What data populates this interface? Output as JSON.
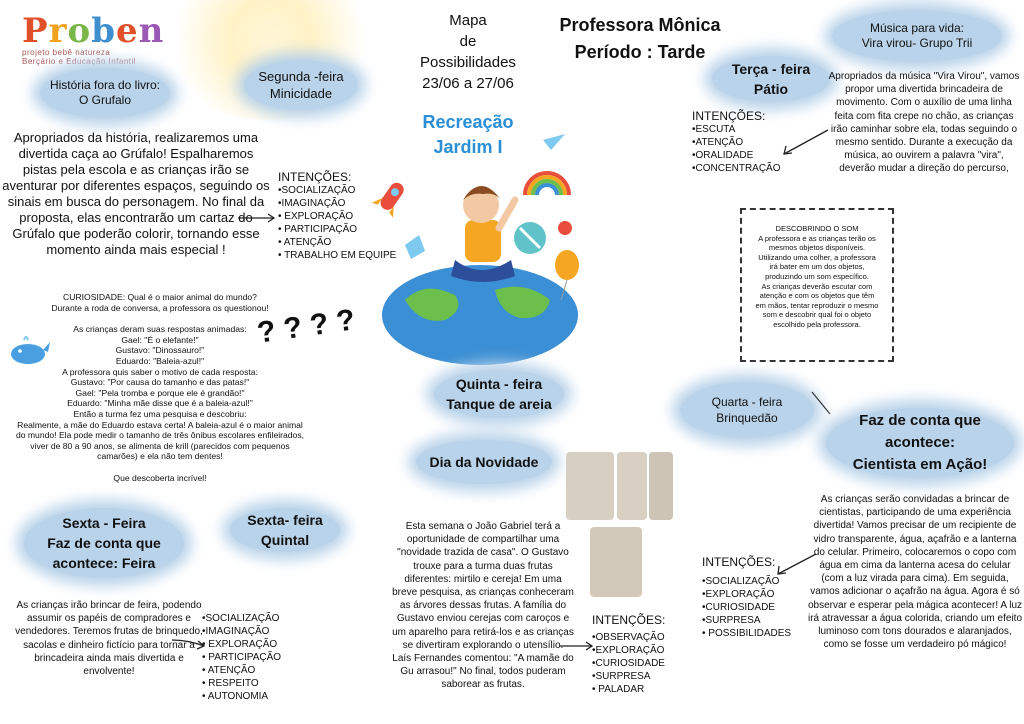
{
  "logo": {
    "word": "Proben",
    "sub1": "projeto bebê natureza",
    "sub2": "Berçário e Educação Infantil"
  },
  "header": {
    "map_title": [
      "Mapa",
      "de",
      "Possibilidades",
      "23/06 a 27/06"
    ],
    "teacher": "Professora Mônica",
    "period": "Período : Tarde",
    "class_line1": "Recreação",
    "class_line2": "Jardim I"
  },
  "monday": {
    "cloud1": [
      "História fora do livro:",
      "O Grufalo"
    ],
    "cloud2": [
      "Segunda -feira",
      "Minicidade"
    ],
    "paragraph": "Apropriados da história, realizaremos uma divertida caça ao Grúfalo! Espalharemos pistas pela escola e as crianças irão se aventurar por diferentes espaços, seguindo os sinais em busca do personagem. No final da proposta, elas encontrarão um cartaz do Grúfalo que poderão colorir,  tornando esse momento ainda mais especial !",
    "intentions_title": "INTENÇÕES:",
    "intentions": [
      "•SOCIALIZAÇÃO",
      "•IMAGINAÇÃO",
      "• EXPLORAÇÃO",
      "• PARTICIPAÇÃO",
      "• ATENÇÃO",
      "• TRABALHO EM EQUIPE"
    ]
  },
  "curiosity": {
    "lines": [
      "CURIOSIDADE: Qual é o maior animal do mundo?",
      "Durante a roda de conversa, a professora os questionou!",
      "",
      "As crianças deram suas respostas animadas:",
      "Gael: \"É o elefante!\"",
      "Gustavo: \"Dinossauro!\"",
      "Eduardo: \"Baleia-azul!\"",
      "A professora quis saber o motivo de cada resposta:",
      "Gustavo: \"Por causa do tamanho e das patas!\"",
      "Gael: \"Pela tromba e porque ele é grandão!\"",
      "Eduardo: \"Minha mãe disse que é a baleia-azul!\"",
      "Então a turma fez uma pesquisa e descobriu:",
      "Realmente, a mãe do Eduardo estava certa! A baleia-azul é o maior animal",
      "do mundo! Ela pode medir o tamanho de três ônibus escolares enfileirados,",
      "viver de 80 a 90 anos, se alimenta de krill (parecidos com pequenos",
      "camarões) e ela não tem dentes!",
      "",
      "Que descoberta incrível!"
    ],
    "question_marks": "? ? ? ?"
  },
  "friday": {
    "cloud1": [
      "Sexta - Feira",
      "Faz de conta que",
      "acontece: Feira"
    ],
    "cloud2": [
      "Sexta- feira",
      "Quintal"
    ],
    "paragraph": "As crianças irão brincar de feira, podendo assumir os papéis de compradores e vendedores. Teremos frutas de brinquedo, sacolas e dinheiro fictício para tornar a brincadeira ainda mais divertida e envolvente!",
    "intentions": [
      "•SOCIALIZAÇÃO",
      "•IMAGINAÇÃO",
      "• EXPLORAÇÃO",
      "• PARTICIPAÇÃO",
      "• ATENÇÃO",
      "• RESPEITO",
      "• AUTONOMIA"
    ]
  },
  "thursday": {
    "cloud1": [
      "Quinta - feira",
      "Tanque de areia"
    ],
    "cloud2": [
      "Dia da Novidade"
    ],
    "paragraph": "Esta semana o João Gabriel terá a oportunidade de compartilhar uma \"novidade trazida de casa\". O Gustavo trouxe para a turma duas frutas diferentes: mirtilo e cereja! Em uma breve pesquisa, as crianças conheceram as árvores dessas frutas. A família do Gustavo enviou cerejas com caroços e um aparelho para retirá-los e as crianças se divertiram explorando o utensílio. Laís Fernandes comentou: \"A mamãe do Gu arrasou!\" No final, todos puderam saborear as frutas.",
    "intentions_title": "INTENÇÕES:",
    "intentions": [
      "•OBSERVAÇÃO",
      "•EXPLORAÇÃO",
      "•CURIOSIDADE",
      "•SURPRESA",
      "• PALADAR"
    ]
  },
  "tuesday": {
    "cloud_music": [
      "Música para vida:",
      "Vira virou- Grupo Trii"
    ],
    "cloud_day": [
      "Terça - feira",
      "Pátio"
    ],
    "intentions_title": "INTENÇÕES:",
    "intentions": [
      "•ESCUTA",
      "•ATENÇÃO",
      "•ORALIDADE",
      "•CONCENTRAÇÃO"
    ],
    "paragraph": "Apropriados da música \"Vira Virou\", vamos propor uma divertida brincadeira de movimento. Com o auxílio de uma linha feita com fita crepe no chão, as crianças irão caminhar sobre ela, todas seguindo o mesmo sentido. Durante a execução da música, ao ouvirem a palavra \"vira\", deverão mudar a direção do percurso,",
    "box_lines": [
      "DESCOBRINDO O SOM",
      "A professora e as crianças terão os",
      "mesmos objetos disponíveis.",
      "Utilizando uma colher, a professora",
      "irá bater em um dos objetos,",
      "produzindo um som específico.",
      "As crianças deverão escutar com",
      "atenção e com os objetos que têm",
      "em mãos, tentar reproduzir o mesmo",
      "som e descobrir qual foi o objeto",
      "escolhido pela professora."
    ]
  },
  "wednesday": {
    "cloud_day": [
      "Quarta - feira",
      "Brinquedão"
    ],
    "cloud_title": [
      "Faz de conta que acontece:",
      "Cientista em Ação!"
    ],
    "paragraph": "As crianças serão convidadas a brincar de cientistas, participando de uma experiência divertida! Vamos precisar de um recipiente de vidro transparente, água, açafrão e a lanterna do celular. Primeiro, colocaremos o copo com água em cima da lanterna acesa do celular (com a luz virada para cima). Em seguida, vamos adicionar o açafrão na água. Agora é só observar e esperar pela mágica acontecer! A luz irá atravessar a água colorida, criando um efeito luminoso com tons dourados e alaranjados, como se fosse um verdadeiro pó mágico!",
    "intentions_title": "INTENÇÕES:",
    "intentions": [
      "•SOCIALIZAÇÃO",
      "•EXPLORAÇÃO",
      "•CURIOSIDADE",
      "•SURPRESA",
      "• POSSIBILIDADES"
    ]
  }
}
